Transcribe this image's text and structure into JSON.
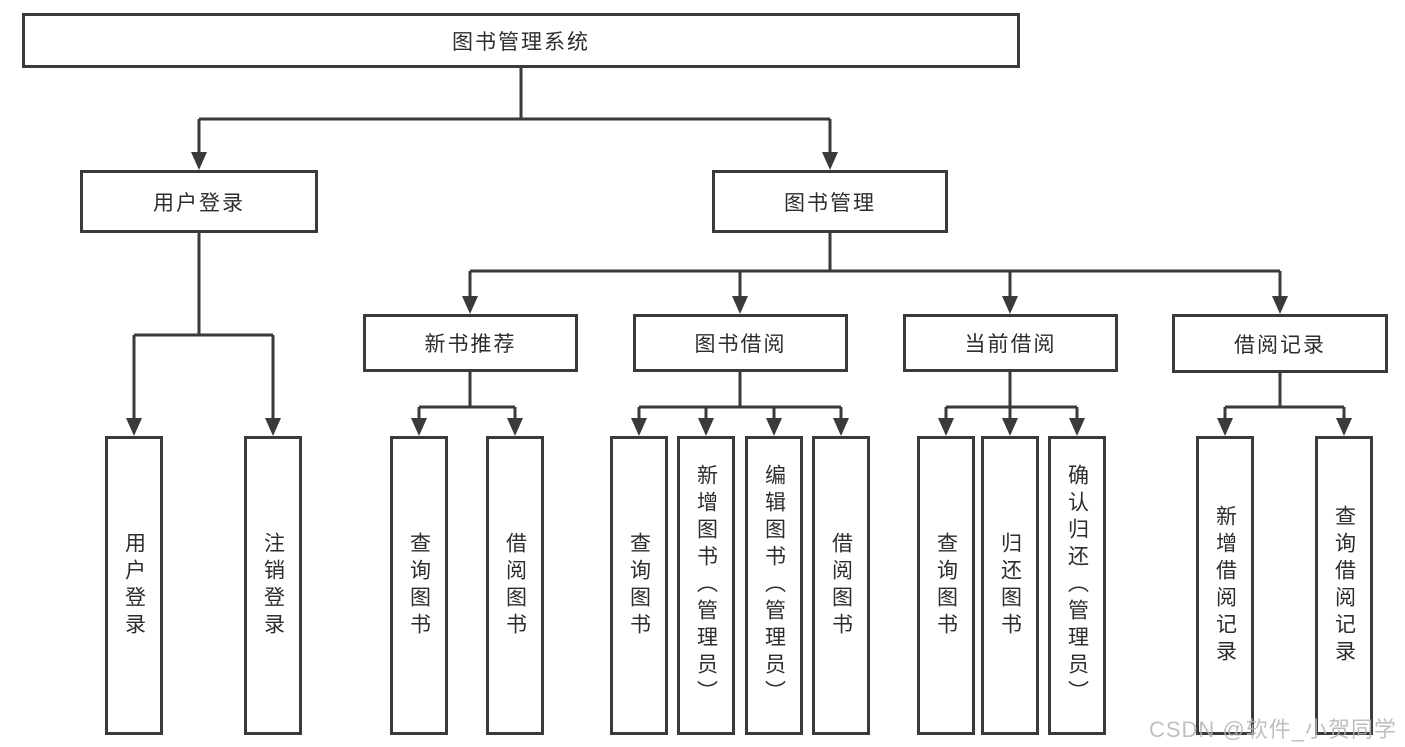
{
  "diagram_title": "图书管理系统",
  "watermark": "CSDN @软件_小贺同学",
  "tree": {
    "root": "图书管理系统",
    "children": [
      {
        "label": "用户登录",
        "children": [
          "用户登录",
          "注销登录"
        ]
      },
      {
        "label": "图书管理",
        "children": [
          {
            "label": "新书推荐",
            "children": [
              "查询图书",
              "借阅图书"
            ]
          },
          {
            "label": "图书借阅",
            "children": [
              "查询图书",
              "新增图书（管理员）",
              "编辑图书（管理员）",
              "借阅图书"
            ]
          },
          {
            "label": "当前借阅",
            "children": [
              "查询图书",
              "归还图书",
              "确认归还（管理员）"
            ]
          },
          {
            "label": "借阅记录",
            "children": [
              "新增借阅记录",
              "查询借阅记录"
            ]
          }
        ]
      }
    ]
  },
  "colors": {
    "line": "#3a3a3a",
    "box_border": "#3a3a3a",
    "text": "#2d2d2d",
    "watermark": "#b2b5ba",
    "background": "#ffffff"
  }
}
